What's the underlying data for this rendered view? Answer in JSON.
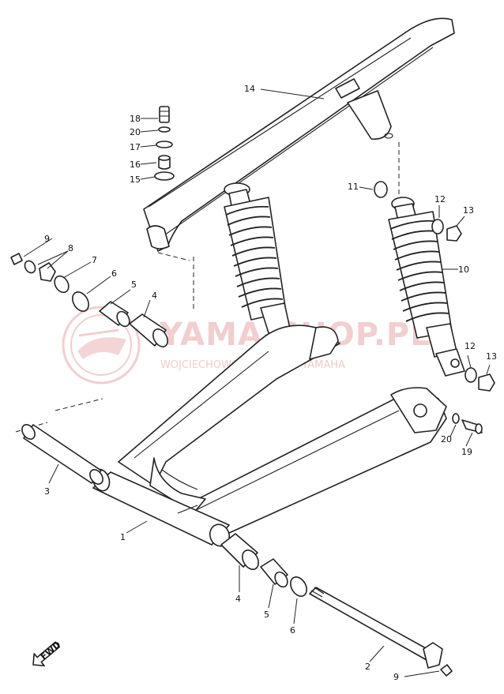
{
  "watermark": {
    "brand": "YAMA-SHOP.PL",
    "subtitle": "WOJCIECHOWSKI - DEALER YAMAHA"
  },
  "direction_marker": "FWD",
  "callouts": [
    {
      "id": "c1",
      "text": "1"
    },
    {
      "id": "c2",
      "text": "2"
    },
    {
      "id": "c3",
      "text": "3"
    },
    {
      "id": "c4a",
      "text": "4"
    },
    {
      "id": "c4b",
      "text": "4"
    },
    {
      "id": "c5a",
      "text": "5"
    },
    {
      "id": "c5b",
      "text": "5"
    },
    {
      "id": "c6a",
      "text": "6"
    },
    {
      "id": "c6b",
      "text": "6"
    },
    {
      "id": "c7",
      "text": "7"
    },
    {
      "id": "c8",
      "text": "8"
    },
    {
      "id": "c9a",
      "text": "9"
    },
    {
      "id": "c9b",
      "text": "9"
    },
    {
      "id": "c10",
      "text": "10"
    },
    {
      "id": "c11",
      "text": "11"
    },
    {
      "id": "c12a",
      "text": "12"
    },
    {
      "id": "c12b",
      "text": "12"
    },
    {
      "id": "c13a",
      "text": "13"
    },
    {
      "id": "c13b",
      "text": "13"
    },
    {
      "id": "c14",
      "text": "14"
    },
    {
      "id": "c15",
      "text": "15"
    },
    {
      "id": "c16",
      "text": "16"
    },
    {
      "id": "c17",
      "text": "17"
    },
    {
      "id": "c18",
      "text": "18"
    },
    {
      "id": "c19",
      "text": "19"
    },
    {
      "id": "c20a",
      "text": "20"
    },
    {
      "id": "c20b",
      "text": "20"
    }
  ]
}
